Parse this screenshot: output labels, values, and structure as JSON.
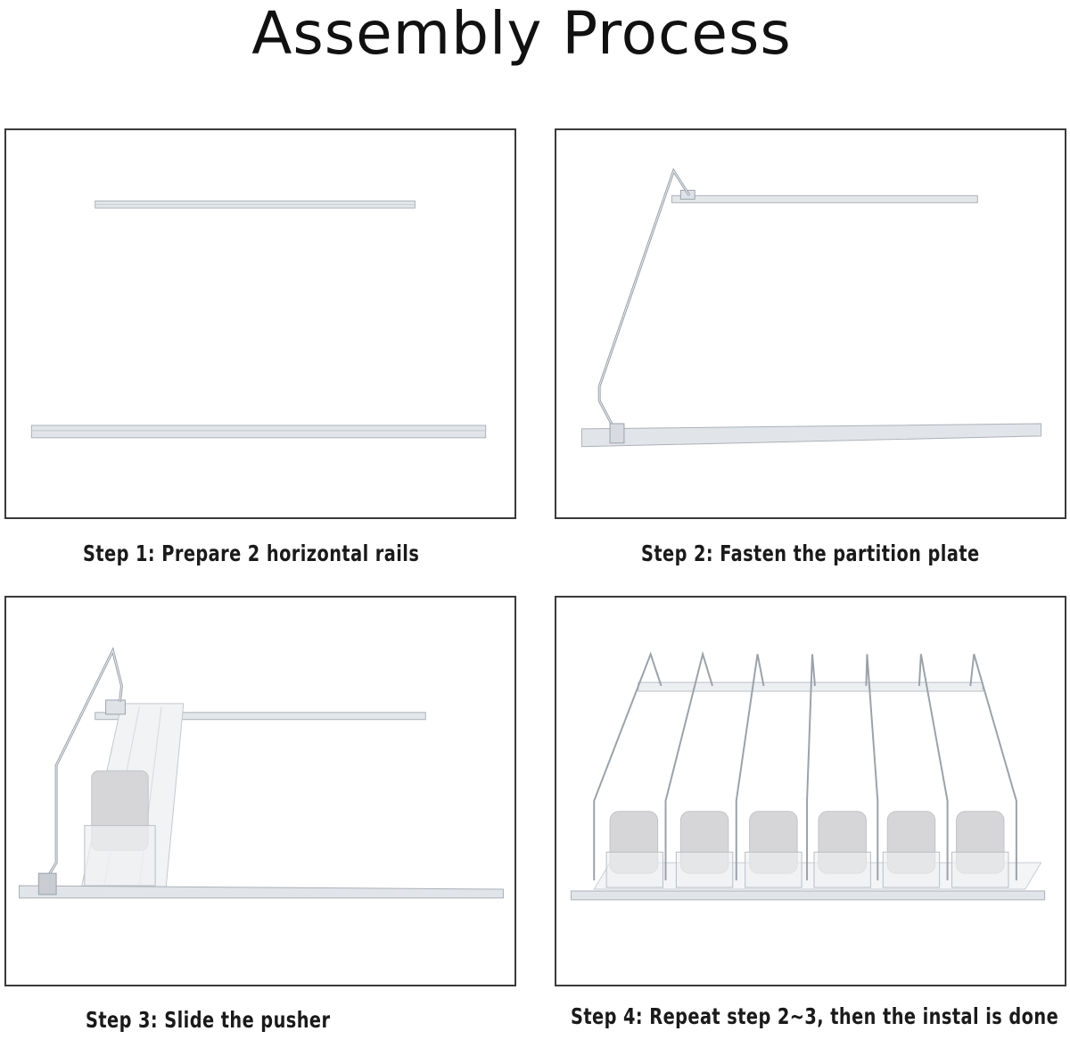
{
  "title": "Assembly Process",
  "steps": [
    {
      "caption": "Step 1: Prepare 2 horizontal rails"
    },
    {
      "caption": "Step 2: Fasten the partition plate"
    },
    {
      "caption": "Step 3: Slide the pusher"
    },
    {
      "caption": "Step 4: Repeat step 2~3, then the instal is done"
    }
  ],
  "colors": {
    "frame": "#3a3a3a",
    "rail": "#d9dde2",
    "rail_edge": "#aab1b8",
    "wire": "#9aa2aa",
    "pusher": "#d6d6d8"
  }
}
